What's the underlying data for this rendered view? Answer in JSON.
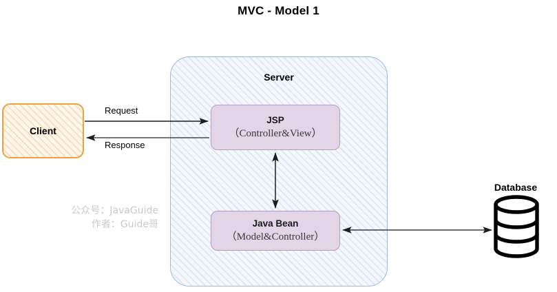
{
  "diagram": {
    "title": "MVC  - Model 1",
    "type": "architecture-flow-diagram"
  },
  "nodes": {
    "client": {
      "label": "Client",
      "shape": "rounded-rectangle",
      "border_color": "#e8a33d",
      "fill_color": "#fdf6ec",
      "fill_pattern": "diagonal-hatch"
    },
    "server": {
      "label": "Server",
      "shape": "rounded-rectangle-container",
      "border_color": "#9bb7e0",
      "fill_color": "#f4f8fd",
      "fill_pattern": "diagonal-hatch"
    },
    "jsp": {
      "title": "JSP",
      "subtitle": "（Controller&View）",
      "shape": "rounded-rectangle",
      "border_color": "#b39ac4",
      "fill_color": "#e1d5e7"
    },
    "java_bean": {
      "title": "Java Bean",
      "subtitle": "（Model&Controller）",
      "shape": "rounded-rectangle",
      "border_color": "#b39ac4",
      "fill_color": "#e1d5e7"
    },
    "database": {
      "label": "Database",
      "shape": "cylinder",
      "stroke_color": "#000000"
    }
  },
  "connectors": {
    "request": {
      "label": "Request",
      "from": "client",
      "to": "jsp",
      "direction": "forward"
    },
    "response": {
      "label": "Response",
      "from": "jsp",
      "to": "client",
      "direction": "forward"
    },
    "jsp_bean": {
      "label": "",
      "from": "jsp",
      "to": "java_bean",
      "direction": "bidirectional"
    },
    "bean_db": {
      "label": "",
      "from": "java_bean",
      "to": "database",
      "direction": "bidirectional"
    }
  },
  "watermark": {
    "line1": "公众号：JavaGuide",
    "line2": "作者：Guide哥",
    "color": "#c9c9c9"
  }
}
